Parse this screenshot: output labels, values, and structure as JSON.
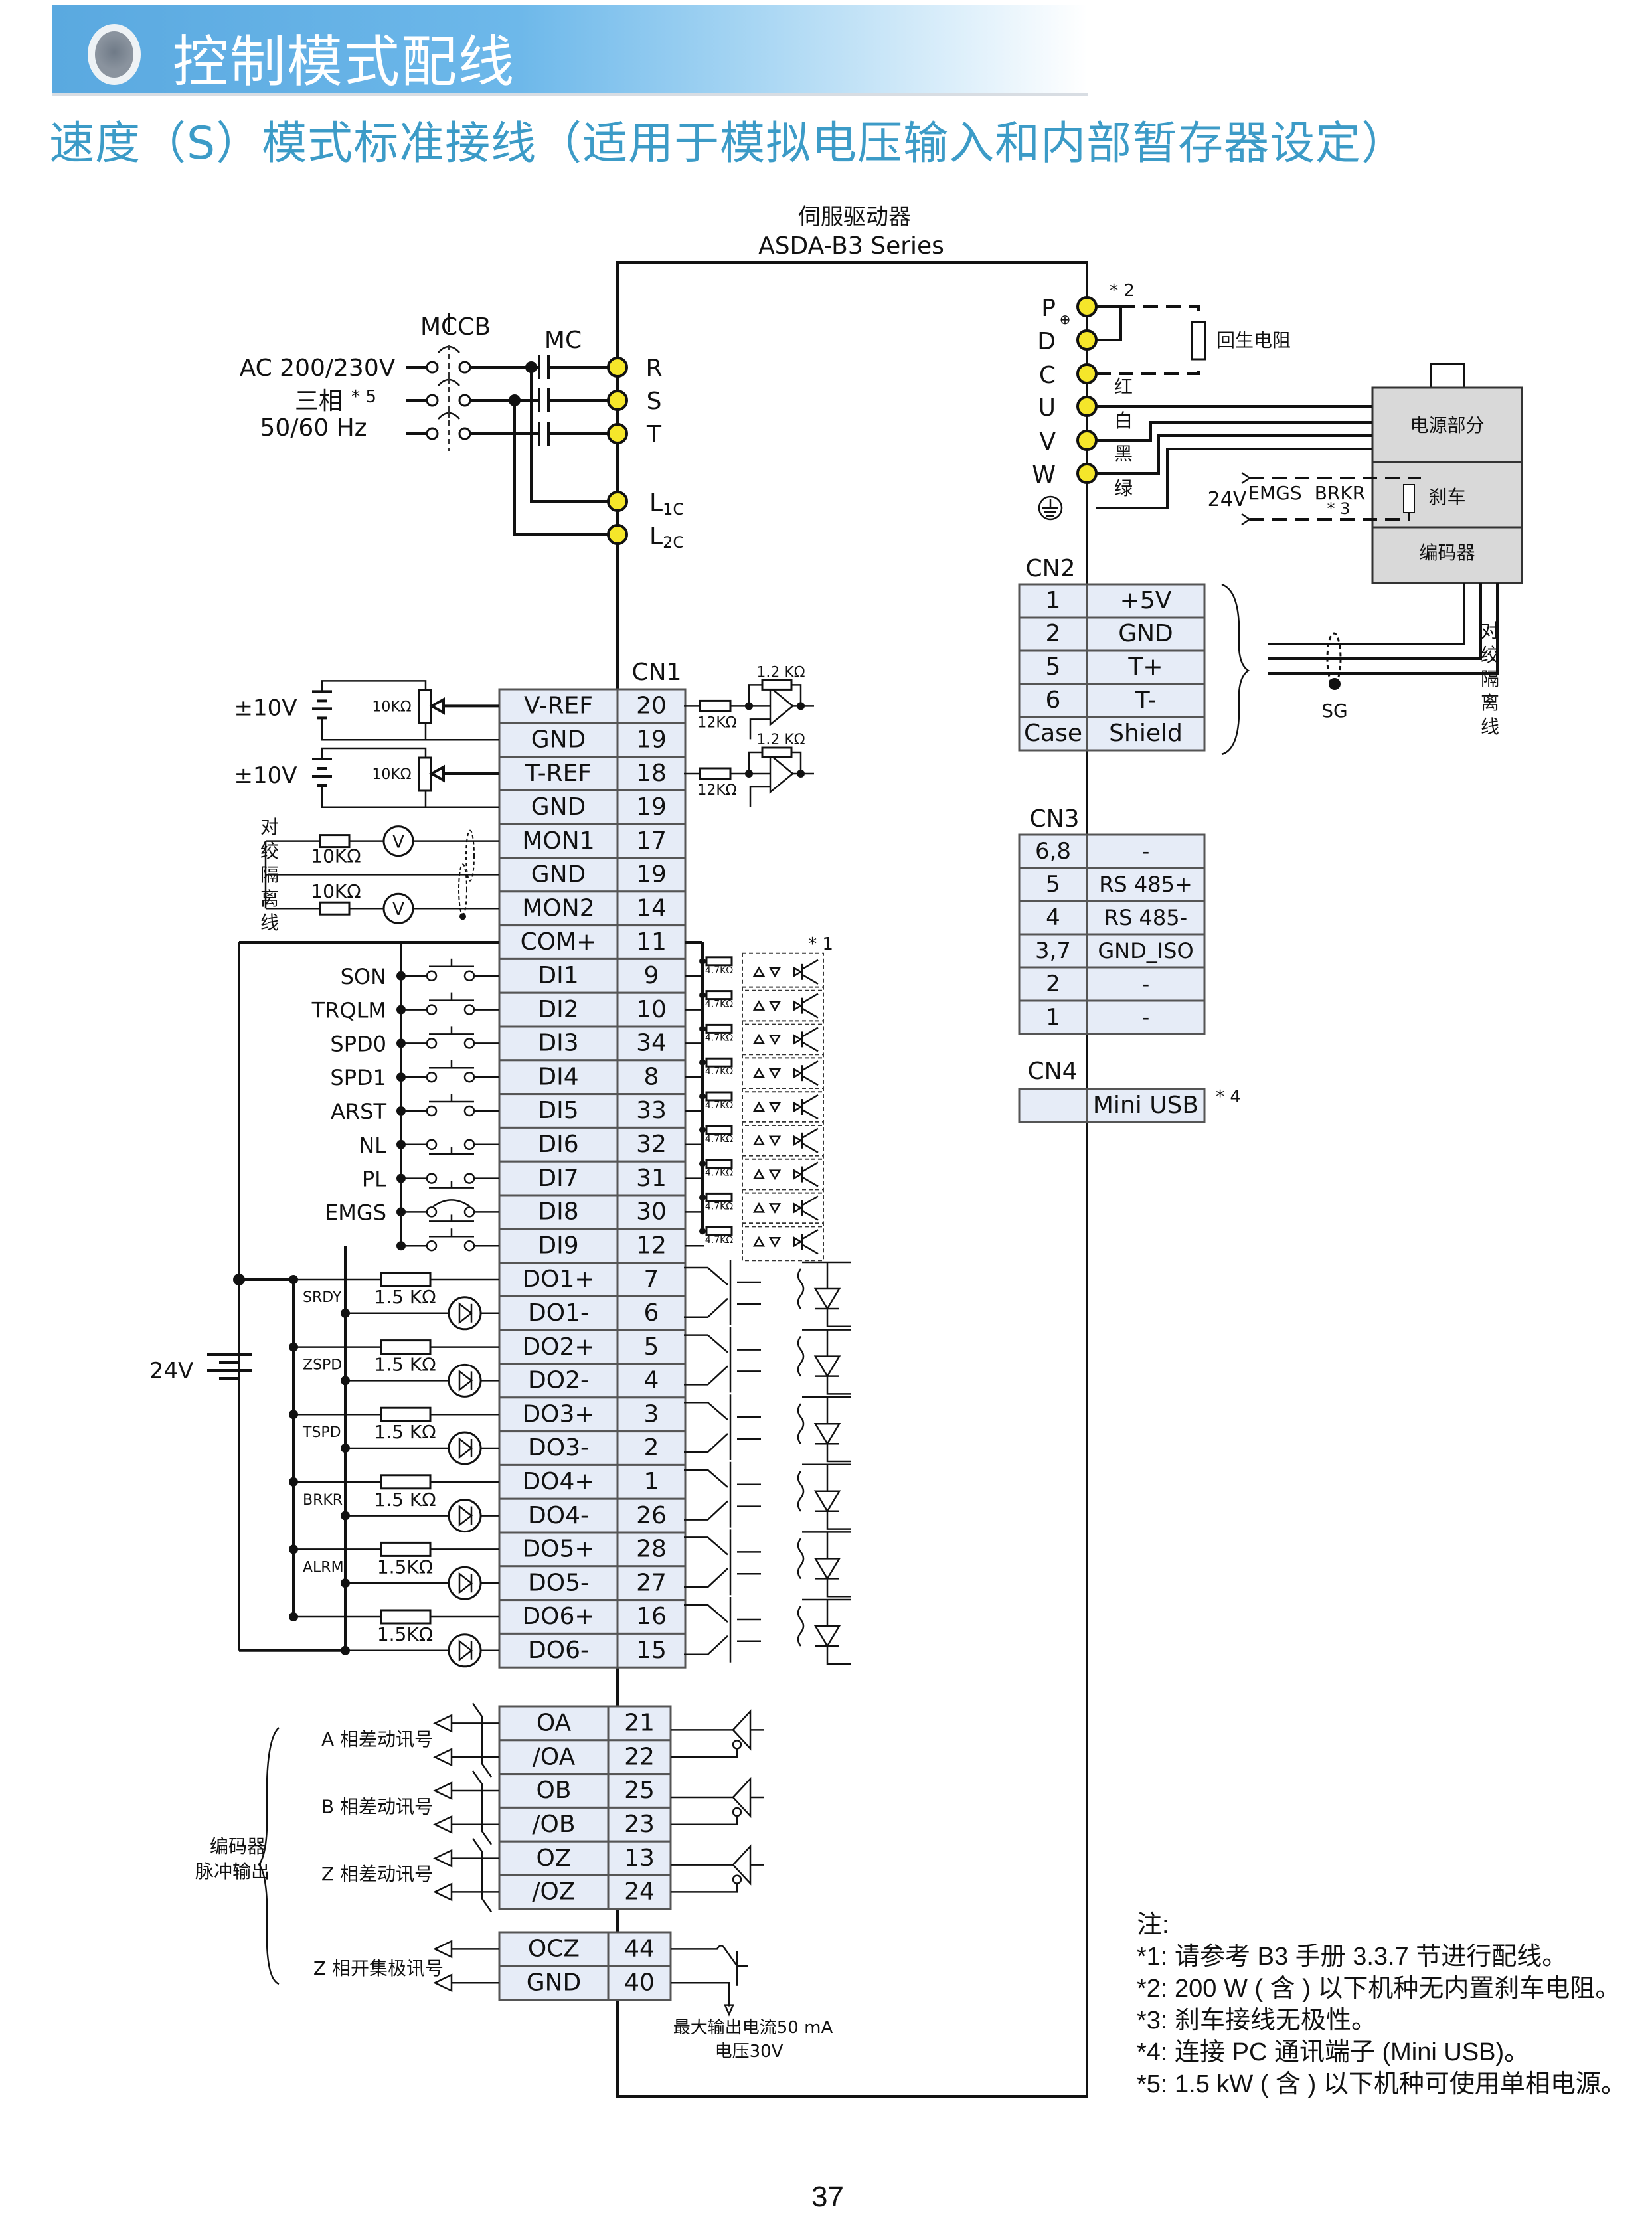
{
  "header": {
    "section_title": "控制模式配线",
    "subtitle": "速度（S）模式标准接线（适用于模拟电压输入和内部暂存器设定）"
  },
  "drive": {
    "name_cn": "伺服驱动器",
    "series": "ASDA-B3 Series"
  },
  "power": {
    "supply_line1": "AC 200/230V",
    "supply_line2": "三相",
    "supply_note": "* 5",
    "supply_line3": "50/60 Hz",
    "mccb": "MCCB",
    "mc": "MC",
    "terminals": [
      "R",
      "S",
      "T"
    ],
    "control_terminals": [
      {
        "main": "L",
        "sub": "1C"
      },
      {
        "main": "L",
        "sub": "2C"
      }
    ]
  },
  "motor_side": {
    "terminals": [
      "P",
      "D",
      "C",
      "U",
      "V",
      "W"
    ],
    "p_symbol": "⊕",
    "ground_symbol": "⏚",
    "regen_note": "* 2",
    "regen_resistor": "回生电阻",
    "wire_colors": [
      "红",
      "白",
      "黑",
      "绿"
    ],
    "motor_blocks": [
      "电源部分",
      "刹车",
      "编码器"
    ],
    "brake_supply": "24V",
    "brake_switches": [
      "EMGS",
      "BRKR"
    ],
    "brake_note": "* 3",
    "shield_label": "SG",
    "twisted_pair_label": "对绞隔离线"
  },
  "cn2": {
    "label": "CN2",
    "rows": [
      {
        "pin": "1",
        "signal": "+5V"
      },
      {
        "pin": "2",
        "signal": "GND"
      },
      {
        "pin": "5",
        "signal": "T+"
      },
      {
        "pin": "6",
        "signal": "T-"
      },
      {
        "pin": "Case",
        "signal": "Shield"
      }
    ]
  },
  "cn3": {
    "label": "CN3",
    "rows": [
      {
        "pin": "6,8",
        "signal": "-"
      },
      {
        "pin": "5",
        "signal": "RS 485+"
      },
      {
        "pin": "4",
        "signal": "RS 485-"
      },
      {
        "pin": "3,7",
        "signal": "GND_ISO"
      },
      {
        "pin": "2",
        "signal": "-"
      },
      {
        "pin": "1",
        "signal": "-"
      }
    ]
  },
  "cn4": {
    "label": "CN4",
    "pin": "",
    "signal": "Mini USB",
    "note": "* 4"
  },
  "cn1": {
    "label": "CN1",
    "analog": {
      "supply": "±10V",
      "pot": "10KΩ",
      "input_resistor": "12KΩ",
      "feedback_resistor": "1.2 KΩ",
      "monitor_pot": "10KΩ",
      "monitor_meter": "V",
      "twisted_pair_label": "对绞隔离线"
    },
    "rows": [
      {
        "signal": "V-REF",
        "pin": "20"
      },
      {
        "signal": "GND",
        "pin": "19"
      },
      {
        "signal": "T-REF",
        "pin": "18"
      },
      {
        "signal": "GND",
        "pin": "19"
      },
      {
        "signal": "MON1",
        "pin": "17"
      },
      {
        "signal": "GND",
        "pin": "19"
      },
      {
        "signal": "MON2",
        "pin": "14"
      },
      {
        "signal": "COM+",
        "pin": "11"
      },
      {
        "signal": "DI1",
        "pin": "9"
      },
      {
        "signal": "DI2",
        "pin": "10"
      },
      {
        "signal": "DI3",
        "pin": "34"
      },
      {
        "signal": "DI4",
        "pin": "8"
      },
      {
        "signal": "DI5",
        "pin": "33"
      },
      {
        "signal": "DI6",
        "pin": "32"
      },
      {
        "signal": "DI7",
        "pin": "31"
      },
      {
        "signal": "DI8",
        "pin": "30"
      },
      {
        "signal": "DI9",
        "pin": "12"
      },
      {
        "signal": "DO1+",
        "pin": "7"
      },
      {
        "signal": "DO1-",
        "pin": "6"
      },
      {
        "signal": "DO2+",
        "pin": "5"
      },
      {
        "signal": "DO2-",
        "pin": "4"
      },
      {
        "signal": "DO3+",
        "pin": "3"
      },
      {
        "signal": "DO3-",
        "pin": "2"
      },
      {
        "signal": "DO4+",
        "pin": "1"
      },
      {
        "signal": "DO4-",
        "pin": "26"
      },
      {
        "signal": "DO5+",
        "pin": "28"
      },
      {
        "signal": "DO5-",
        "pin": "27"
      },
      {
        "signal": "DO6+",
        "pin": "16"
      },
      {
        "signal": "DO6-",
        "pin": "15"
      }
    ],
    "di_functions": [
      "SON",
      "TRQLM",
      "SPD0",
      "SPD1",
      "ARST",
      "NL",
      "PL",
      "EMGS",
      ""
    ],
    "di_contact_types": [
      "NO",
      "NO",
      "NO",
      "NO",
      "NO",
      "NC",
      "NC",
      "NC",
      "NO"
    ],
    "di_resistor": "4.7KΩ",
    "di_note": "* 1",
    "do_functions": [
      "SRDY",
      "ZSPD",
      "TSPD",
      "BRKR",
      "ALRM",
      ""
    ],
    "do_resistors": [
      "1.5 KΩ",
      "1.5 KΩ",
      "1.5 KΩ",
      "1.5 KΩ",
      "1.5KΩ",
      "1.5KΩ"
    ],
    "do_supply": "24V",
    "encoder_rows": [
      {
        "signal": "OA",
        "pin": "21"
      },
      {
        "signal": "/OA",
        "pin": "22"
      },
      {
        "signal": "OB",
        "pin": "25"
      },
      {
        "signal": "/OB",
        "pin": "23"
      },
      {
        "signal": "OZ",
        "pin": "13"
      },
      {
        "signal": "/OZ",
        "pin": "24"
      }
    ],
    "encoder_groups": [
      "A 相差动讯号",
      "B 相差动讯号",
      "Z 相差动讯号"
    ],
    "encoder_output_label_line1": "编码器",
    "encoder_output_label_line2": "脉冲输出",
    "ocz_rows": [
      {
        "signal": "OCZ",
        "pin": "44"
      },
      {
        "signal": "GND",
        "pin": "40"
      }
    ],
    "ocz_group": "Z 相开集极讯号",
    "ocz_rating_line1": "最大输出电流50 mA",
    "ocz_rating_line2": "电压30V"
  },
  "notes": {
    "heading": "注:",
    "items": [
      "*1:  请参考 B3 手册 3.3.7 节进行配线。",
      "*2:  200 W ( 含 ) 以下机种无内置刹车电阻。",
      "*3:  刹车接线无极性。",
      "*4:  连接 PC 通讯端子 (Mini USB)。",
      "*5:  1.5 kW ( 含 ) 以下机种可使用单相电源。"
    ]
  },
  "page_number": "37"
}
